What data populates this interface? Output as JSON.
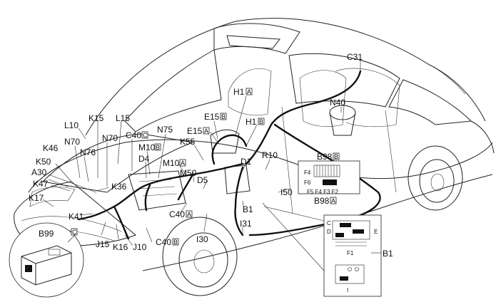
{
  "labels": {
    "C31": "C31",
    "N40": "N40",
    "H1": "H1",
    "H1_sub": "A",
    "H1b": "H1",
    "H1b_sub": "B",
    "E15a": "E15",
    "E15a_sub": "B",
    "E15b": "E15",
    "E15b_sub": "A",
    "L10": "L10",
    "K15": "K15",
    "L15": "L15",
    "C40": "C40",
    "C40_sub": "C",
    "N75": "N75",
    "N70a": "N70",
    "N76": "N76",
    "N70b": "N70",
    "M10a": "M10",
    "M10a_sub": "B",
    "D4": "D4",
    "M10b": "M10",
    "M10b_sub": "A",
    "K55": "K55",
    "M50": "M50",
    "D5": "D5",
    "D1": "D1",
    "R10": "R10",
    "B98a": "B98",
    "B98a_sub": "B",
    "B98b": "B98",
    "B98b_sub": "A",
    "K46": "K46",
    "K50": "K50",
    "A30": "A30",
    "K47": "K47",
    "K17": "K17",
    "K36": "K36",
    "K41": "K41",
    "C40b": "C40",
    "C40b_sub": "A",
    "I50": "I50",
    "B1a": "B1",
    "I31": "I31",
    "B99": "B99",
    "B99_sub": "C",
    "J15": "J15",
    "K16": "K16",
    "J10": "J10",
    "C40c": "C40",
    "C40c_sub": "B",
    "I30": "I30",
    "B1b": "B1"
  },
  "fuse_detail": {
    "F4": "F4",
    "F6": "F6",
    "bottom": "F5 F4 F3 F2"
  },
  "relay_detail": {
    "C": "C",
    "D": "D",
    "E": "E",
    "F1": "F1",
    "I": "I"
  }
}
